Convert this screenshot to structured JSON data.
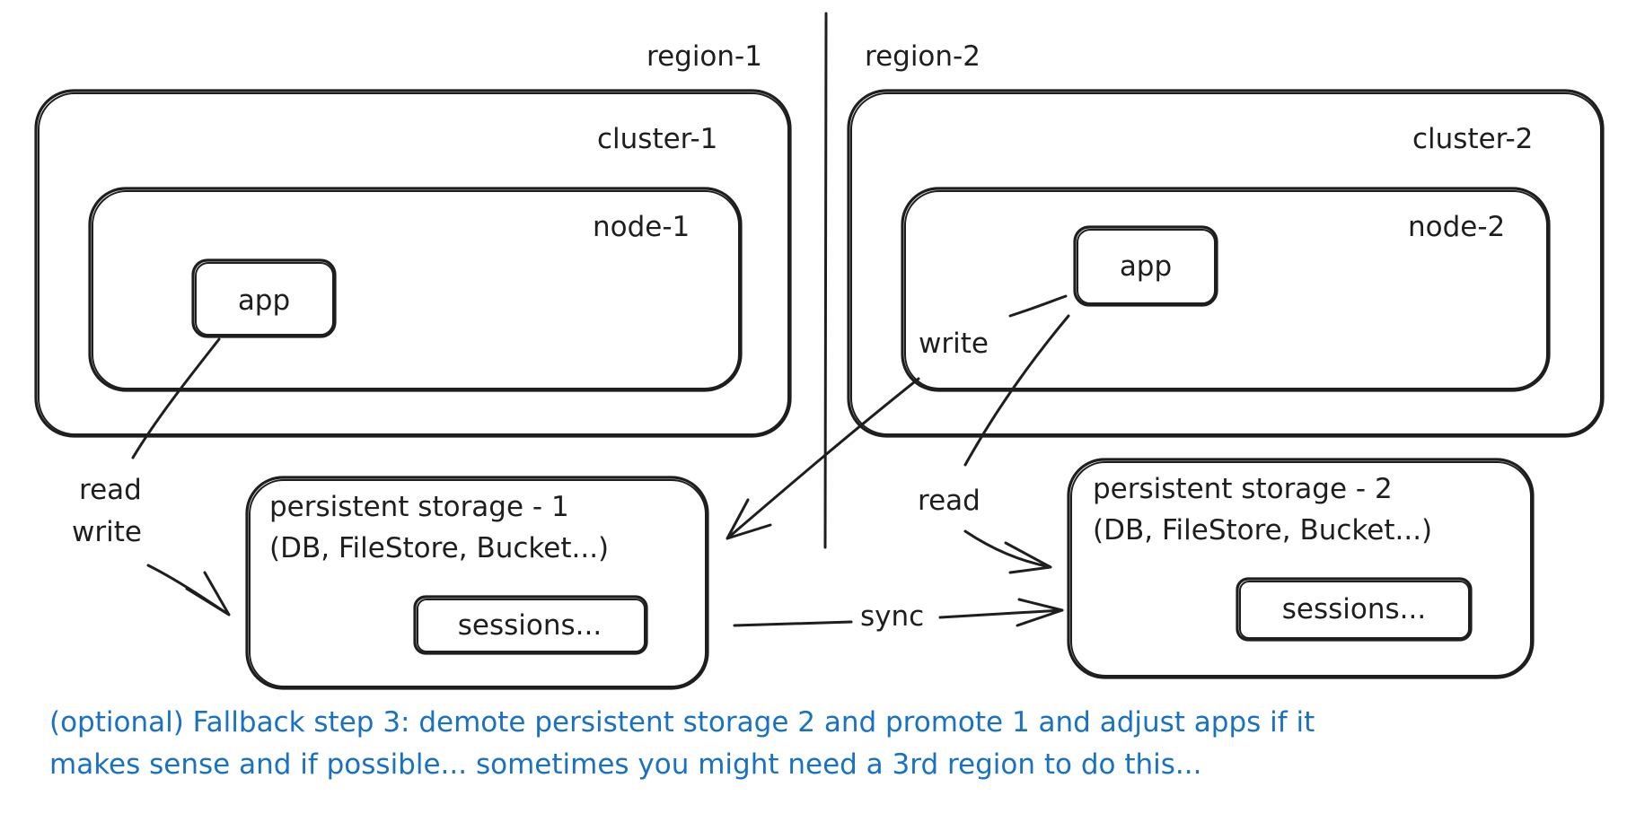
{
  "regions": {
    "region_1": "region-1",
    "region_2": "region-2"
  },
  "clusters": {
    "cluster_1": "cluster-1",
    "cluster_2": "cluster-2"
  },
  "nodes": {
    "node_1": "node-1",
    "node_2": "node-2"
  },
  "apps": {
    "app_1": "app",
    "app_2": "app"
  },
  "storages": {
    "storage_1": {
      "title": "persistent storage - 1",
      "subtitle": "(DB, FileStore, Bucket...)",
      "sessions": "sessions..."
    },
    "storage_2": {
      "title": "persistent storage - 2",
      "subtitle": "(DB, FileStore, Bucket...)",
      "sessions": "sessions..."
    }
  },
  "edges": {
    "app1_read": "read",
    "app1_write": "write",
    "app2_write": "write",
    "app2_read": "read",
    "sync": "sync"
  },
  "note": {
    "line_1": "(optional) Fallback step 3: demote persistent storage 2 and promote 1 and adjust apps if it",
    "line_2": "makes sense and if possible... sometimes you might need a 3rd region to do this..."
  },
  "colors": {
    "stroke": "#1e1e1e",
    "note_text": "#1971c2",
    "background": "#ffffff"
  }
}
